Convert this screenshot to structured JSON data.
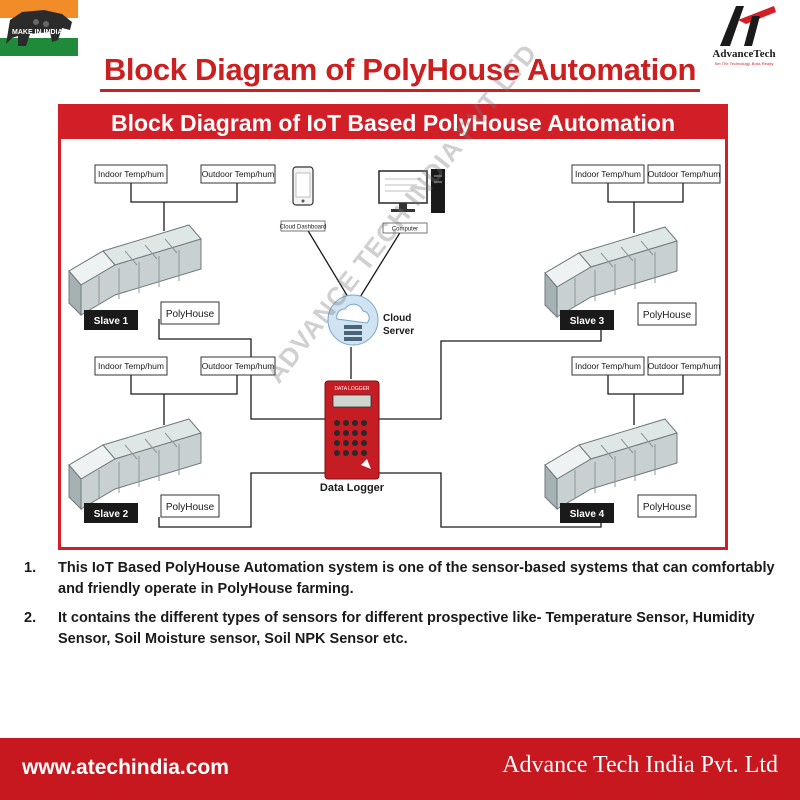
{
  "brand": {
    "make_in_india": "MAKE IN INDIA",
    "logo_name": "AdvanceTech",
    "logo_tagline": "Set The Technology, Boss Ready"
  },
  "title": "Block Diagram of PolyHouse Automation",
  "panel_title": "Block Diagram of IoT Based PolyHouse Automation",
  "diagram": {
    "indoor_label": "Indoor Temp/hum",
    "outdoor_label": "Outdoor Temp/hum",
    "polyhouse_label": "PolyHouse",
    "slaves": [
      "Slave 1",
      "Slave 2",
      "Slave 3",
      "Slave 4"
    ],
    "cloud_dashboard": "Cloud Dashboard",
    "computer": "Computer",
    "cloud_server": "Cloud Server",
    "data_logger": "Data Logger",
    "logger_device": "DATA LOGGER"
  },
  "watermark": "ADVANCE TECH INDIA PVT LTD",
  "bullets": [
    {
      "num": "1.",
      "text": "This IoT Based PolyHouse Automation system is one of the sensor-based systems that can comfortably and friendly operate in PolyHouse farming."
    },
    {
      "num": "2.",
      "text": "It contains the different types of sensors for different prospective like- Temperature Sensor, Humidity Sensor, Soil Moisture sensor, Soil NPK Sensor etc."
    }
  ],
  "footer": {
    "website": "www.atechindia.com",
    "company": "Advance Tech India Pvt. Ltd"
  },
  "colors": {
    "brand_red": "#d21f27",
    "footer_red": "#c71820"
  }
}
